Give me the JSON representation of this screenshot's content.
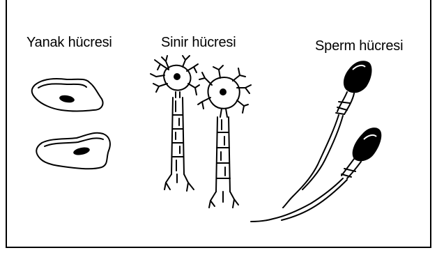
{
  "labels": {
    "cheek_cell": "Yanak hücresi",
    "nerve_cell": "Sinir hücresi",
    "sperm_cell": "Sperm hücresi"
  },
  "colors": {
    "ink": "#000000",
    "background": "#ffffff"
  }
}
